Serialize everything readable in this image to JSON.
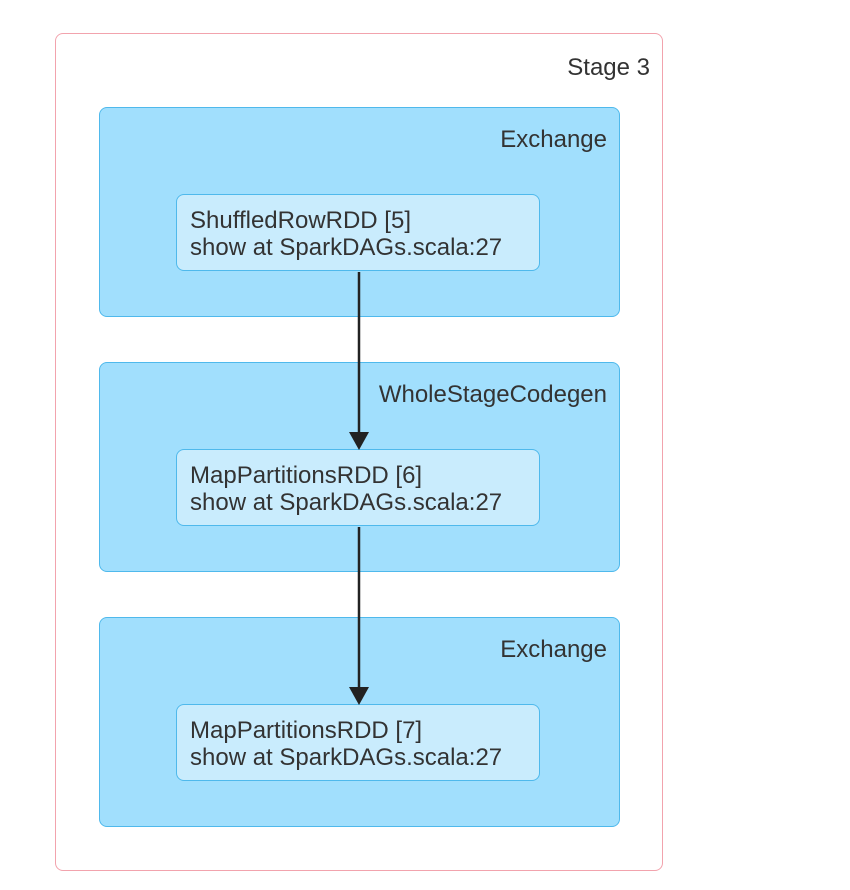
{
  "stage": {
    "label": "Stage 3",
    "border_color": "#f2a3ad"
  },
  "clusters": [
    {
      "label": "Exchange"
    },
    {
      "label": "WholeStageCodegen"
    },
    {
      "label": "Exchange"
    }
  ],
  "nodes": [
    {
      "title": "ShuffledRowRDD [5]",
      "subtitle": "show at SparkDAGs.scala:27"
    },
    {
      "title": "MapPartitionsRDD [6]",
      "subtitle": "show at SparkDAGs.scala:27"
    },
    {
      "title": "MapPartitionsRDD [7]",
      "subtitle": "show at SparkDAGs.scala:27"
    }
  ],
  "edges": [
    {
      "from": "ShuffledRowRDD [5]",
      "to": "MapPartitionsRDD [6]"
    },
    {
      "from": "MapPartitionsRDD [6]",
      "to": "MapPartitionsRDD [7]"
    }
  ],
  "colors": {
    "cluster_fill": "#a1dffd",
    "cluster_border": "#4fb9ec",
    "node_fill": "#c9ecfd",
    "edge": "#222222"
  }
}
